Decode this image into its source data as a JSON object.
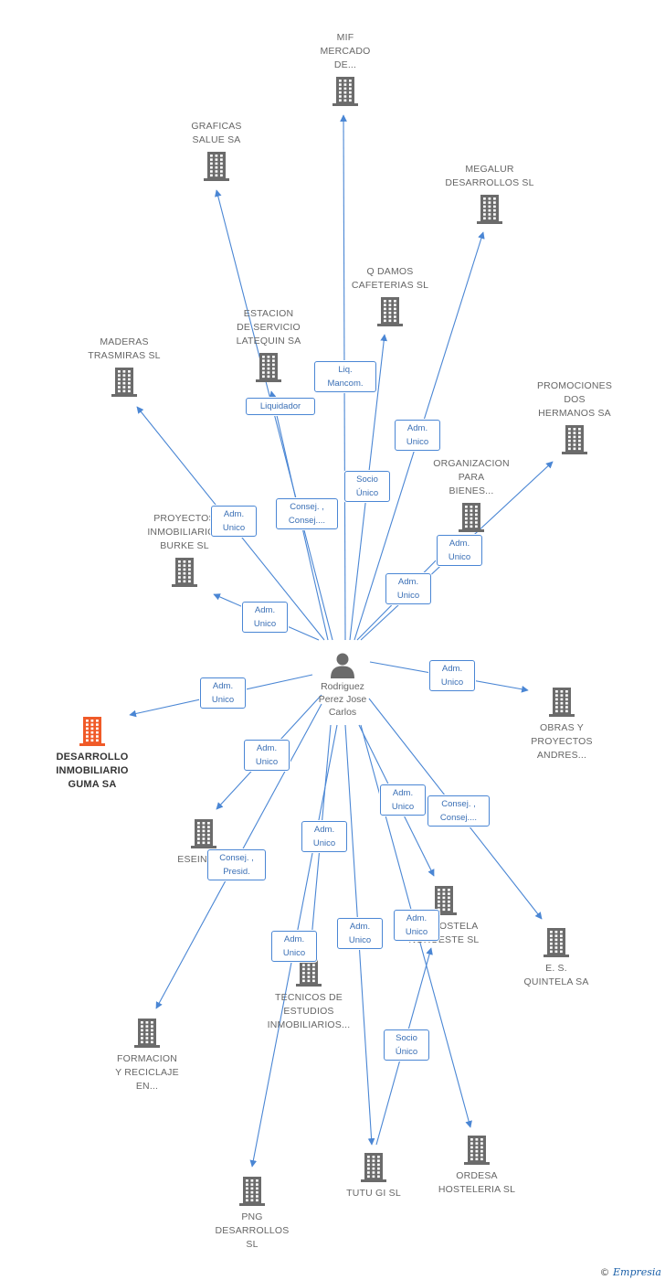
{
  "center": {
    "label": "Rodriguez\nPerez Jose\nCarlos",
    "icon": "person-icon"
  },
  "colors": {
    "edge": "#4a86d4",
    "building": "#6b6b6b",
    "highlight": "#f05a28"
  },
  "companies": [
    {
      "id": "mif",
      "label": "MIF\nMERCADO\nDE..."
    },
    {
      "id": "graficas",
      "label": "GRAFICAS\nSALUE SA"
    },
    {
      "id": "megalur",
      "label": "MEGALUR\nDESARROLLOS SL"
    },
    {
      "id": "qdamos",
      "label": "Q DAMOS\nCAFETERIAS SL"
    },
    {
      "id": "estacion",
      "label": "ESTACION\nDE SERVICIO\nLATEQUIN SA"
    },
    {
      "id": "maderas",
      "label": "MADERAS\nTRASMIRAS SL"
    },
    {
      "id": "promociones",
      "label": "PROMOCIONES\nDOS\nHERMANOS SA"
    },
    {
      "id": "organizacion",
      "label": "ORGANIZACION\nPARA\nBIENES..."
    },
    {
      "id": "proyectos",
      "label": "PROYECTOS\nINMOBILIARIOS\nBURKE SL"
    },
    {
      "id": "desarrollo",
      "label": "DESARROLLO\nINMOBILIARIO\nGUMA SA"
    },
    {
      "id": "obras",
      "label": "OBRAS Y\nPROYECTOS\nANDRES..."
    },
    {
      "id": "eseinga",
      "label": "ESEINGA..."
    },
    {
      "id": "compostela",
      "label": "COMPOSTELA\nNOROESTE SL"
    },
    {
      "id": "es_quintela",
      "label": "E. S.\nQUINTELA SA"
    },
    {
      "id": "tecnicos",
      "label": "TECNICOS DE\nESTUDIOS\nINMOBILIARIOS..."
    },
    {
      "id": "formacion",
      "label": "FORMACION\nY RECICLAJE\nEN..."
    },
    {
      "id": "ordesa",
      "label": "ORDESA\nHOSTELERIA  SL"
    },
    {
      "id": "tutugi",
      "label": "TUTU GI  SL"
    },
    {
      "id": "png",
      "label": "PNG\nDESARROLLOS\nSL"
    }
  ],
  "relations": [
    {
      "to": "mif",
      "label": "Liq.\nMancom."
    },
    {
      "to": "graficas",
      "label": "Consej. ,\nConsej...."
    },
    {
      "to": "estacion",
      "label": "Liquidador"
    },
    {
      "to": "qdamos",
      "label": "Socio\nÚnico"
    },
    {
      "to": "megalur",
      "label": "Adm.\nUnico"
    },
    {
      "to": "maderas",
      "label": "Adm.\nUnico"
    },
    {
      "to": "promociones",
      "label": "Adm.\nUnico"
    },
    {
      "to": "organizacion",
      "label": "Adm.\nUnico"
    },
    {
      "to": "proyectos",
      "label": "Adm.\nUnico"
    },
    {
      "to": "desarrollo",
      "label": "Adm.\nUnico"
    },
    {
      "to": "obras",
      "label": "Adm.\nUnico"
    },
    {
      "to": "eseinga",
      "label": "Adm.\nUnico"
    },
    {
      "to": "formacion",
      "label": "Consej. ,\nPresid."
    },
    {
      "to": "compostela",
      "label": "Adm.\nUnico"
    },
    {
      "to": "es_quintela",
      "label": "Consej. ,\nConsej...."
    },
    {
      "to": "tecnicos",
      "label": "Adm.\nUnico"
    },
    {
      "to": "png",
      "label": "Adm.\nUnico"
    },
    {
      "to": "tutugi",
      "label": "Adm.\nUnico"
    },
    {
      "to": "ordesa",
      "label": "Adm.\nUnico"
    },
    {
      "from": "tutugi",
      "to": "compostela",
      "label": "Socio\nÚnico"
    }
  ],
  "brand": {
    "symbol": "©",
    "name": "Empresia"
  }
}
